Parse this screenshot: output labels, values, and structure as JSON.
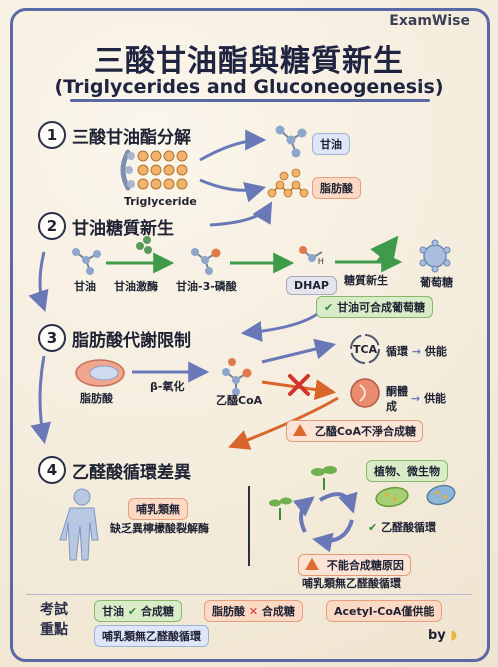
{
  "brand": "ExamWise",
  "title": "三酸甘油酯與糖質新生",
  "subtitle": "(Triglycerides and Gluconeogenesis)",
  "sections": {
    "s1": {
      "num": "1",
      "title": "三酸甘油酯分解",
      "triglyceride": "Triglyceride",
      "glycerol": "甘油",
      "fatty_acid": "脂肪酸"
    },
    "s2": {
      "num": "2",
      "title": "甘油糖質新生",
      "glycerol": "甘油",
      "kinase": "甘油激酶",
      "g3p": "甘油-3-磷酸",
      "dhap": "DHAP",
      "gng": "糖質新生",
      "glucose": "葡萄糖",
      "note": "甘油可合成葡萄糖"
    },
    "s3": {
      "num": "3",
      "title": "脂肪酸代謝限制",
      "fatty_acid": "脂肪酸",
      "beta_ox": "β-氧化",
      "acetyl_coa": "乙醯CoA",
      "tca": "TCA",
      "cycle": "循環",
      "energy": "供能",
      "ketone_line1": "酮體",
      "ketone_line2": "成",
      "warning": "乙醯CoA不淨合成糖"
    },
    "s4": {
      "num": "4",
      "title": "乙醛酸循環差異",
      "mammal_tag": "哺乳類無",
      "mammal_desc": "缺乏異檸檬酸裂解酶",
      "plants": "植物、微生物",
      "glyoxylate": "乙醛酸循環",
      "reason": "不能合成糖原因",
      "reason_desc": "哺乳類無乙醛酸循環"
    }
  },
  "footer": {
    "label_line1": "考試",
    "label_line2": "重點",
    "p1_a": "甘油",
    "p1_b": "合成糖",
    "p2_a": "脂肪酸",
    "p2_b": "合成糖",
    "p3": "Acetyl-CoA僅供能",
    "p4": "哺乳類無乙醛酸循環",
    "by": "by"
  },
  "colors": {
    "accent": "#5b68a6",
    "green_arrow": "#3f9b4a",
    "orange_arrow": "#d8662a",
    "red_cross": "#d2342b"
  },
  "icons": [
    "check-icon",
    "cross-icon",
    "warning-icon",
    "tca-cycle-icon",
    "ketone-body-icon",
    "molecule-icon",
    "glucose-icon",
    "sprout-icon",
    "bacteria-icon",
    "human-silhouette-icon",
    "adipose-icon",
    "banana-icon"
  ]
}
